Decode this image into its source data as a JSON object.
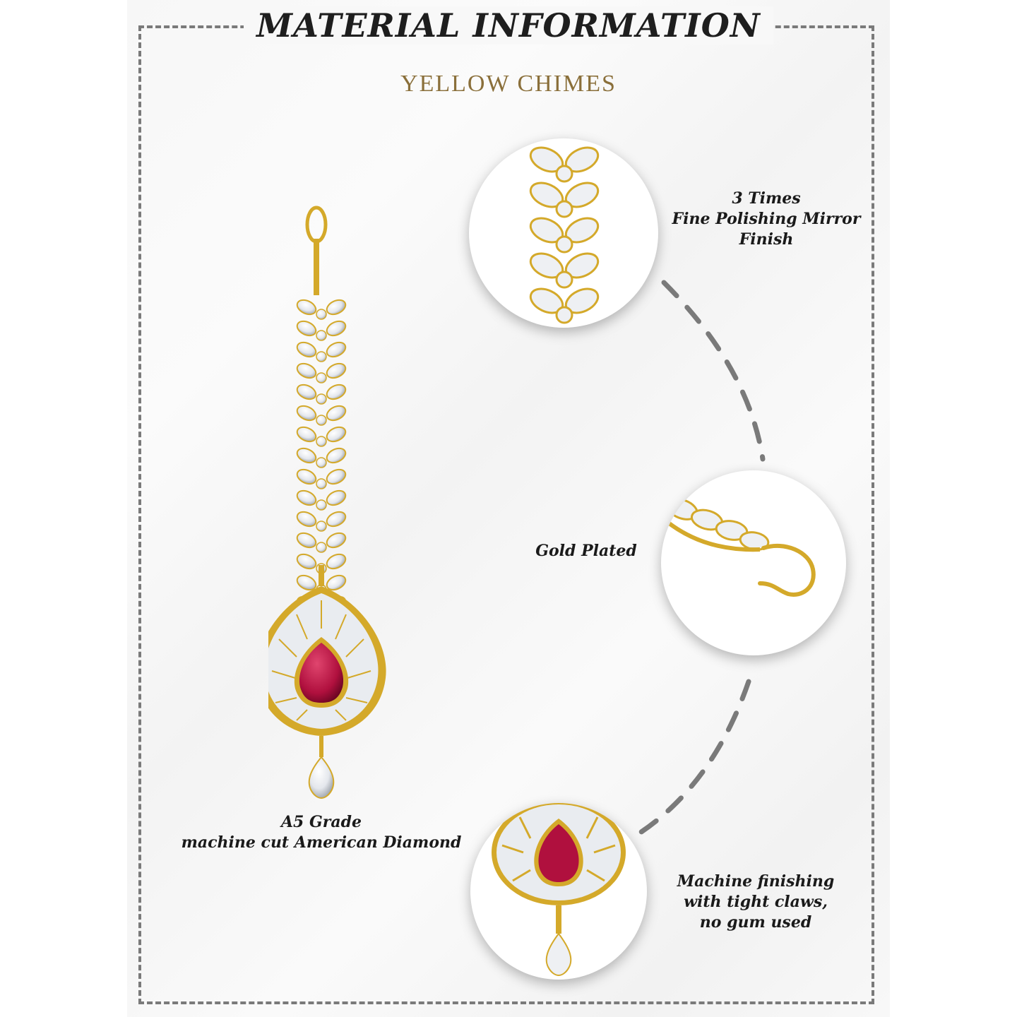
{
  "header": {
    "title": "MATERIAL INFORMATION"
  },
  "brand": {
    "name": "YELLOW CHIMES"
  },
  "features": {
    "polish": {
      "line1": "3 Times",
      "line2": "Fine Polishing Mirror",
      "line3": "Finish"
    },
    "plating": {
      "line1": "Gold Plated"
    },
    "stones": {
      "line1": "A5 Grade",
      "line2": "machine cut American Diamond"
    },
    "claws": {
      "line1": "Machine finishing",
      "line2": "with tight claws,",
      "line3": "no gum used"
    }
  },
  "colors": {
    "gold": "#d4a92a",
    "ruby": "#b0103e",
    "stone": "#eef0f3",
    "dash": "#7a7a7a",
    "brand": "#8a6f3a"
  },
  "icons": {
    "main": "maang-tikka-jewel-icon",
    "detail1": "leaf-chain-detail-icon",
    "detail2": "gold-hook-detail-icon",
    "detail3": "ruby-pendant-detail-icon"
  }
}
